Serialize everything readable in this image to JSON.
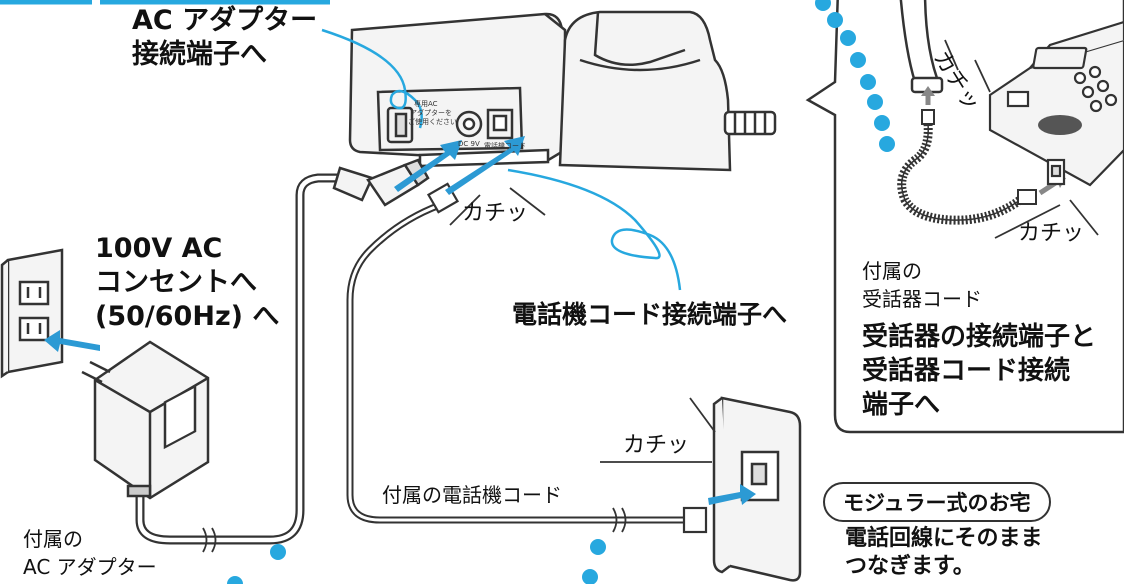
{
  "colors": {
    "accent_blue": "#27a8df",
    "arrow_blue": "#2c9ad4",
    "outline": "#333333",
    "device_fill": "#f4f4f4"
  },
  "labels": {
    "ac_adapter_port": [
      "AC アダプター",
      "接続端子へ"
    ],
    "outlet": [
      "100V AC",
      "コンセントへ",
      "(50/60Hz) へ"
    ],
    "phone_cord_port": "電話機コード接続端子へ",
    "supplied_ac_adapter": [
      "付属の",
      "AC アダプター"
    ],
    "supplied_phone_cord": "付属の電話機コード",
    "click_sound": "カチッ",
    "modular_home_badge": "モジュラー式のお宅",
    "modular_home_instruction": [
      "電話回線にそのまま",
      "つなぎます。"
    ]
  },
  "callout": {
    "supplied_handset_cord": [
      "付属の",
      "受話器コード"
    ],
    "instruction": [
      "受話器の接続端子と",
      "受話器コード接続",
      "端子へ"
    ],
    "click_sound": "カチッ"
  },
  "device_small_print": [
    "専用AC",
    "アダプターを",
    "ご使用ください",
    "DC 9V",
    "電話機コード"
  ],
  "icons": {
    "adapter": "ac-adapter-icon",
    "outlet": "wall-outlet-icon",
    "jack": "modular-jack-icon",
    "base": "phone-base-icon",
    "phone": "telephone-icon"
  }
}
